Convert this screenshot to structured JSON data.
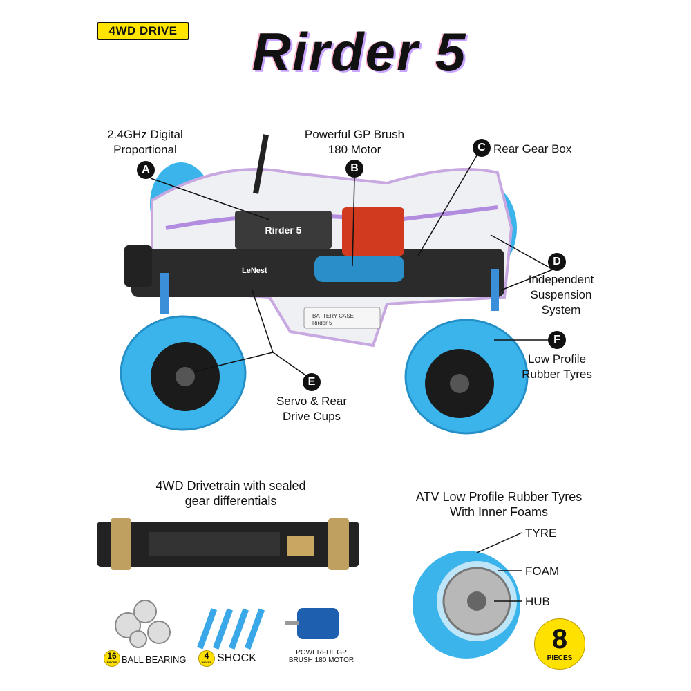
{
  "badge": "4WD DRIVE",
  "title": "Rirder 5",
  "callouts": [
    {
      "letter": "A",
      "text": [
        "2.4GHz Digital",
        "Proportional"
      ]
    },
    {
      "letter": "B",
      "text": [
        "Powerful GP Brush",
        "180 Motor"
      ]
    },
    {
      "letter": "C",
      "text": [
        "Rear Gear Box"
      ]
    },
    {
      "letter": "D",
      "text": [
        "Independent",
        "Suspension",
        "System"
      ]
    },
    {
      "letter": "E",
      "text": [
        "Servo & Rear",
        "Drive Cups"
      ]
    },
    {
      "letter": "F",
      "text": [
        "Low Profile",
        "Rubber Tyres"
      ]
    }
  ],
  "car_labels": {
    "receiver": "Rirder 5",
    "brand": "LeNest",
    "battery": "BATTERY CASE",
    "battery_model": "Rirder 5"
  },
  "drivetrain": {
    "title": [
      "4WD Drivetrain  with sealed",
      "gear differentials"
    ]
  },
  "tyres": {
    "title": [
      "ATV Low Profile Rubber Tyres",
      "With Inner Foams"
    ],
    "parts": [
      "TYRE",
      "FOAM",
      "HUB"
    ],
    "count": "8",
    "count_unit": "PIECES"
  },
  "accessories": [
    {
      "count": "16",
      "unit": "PIECES",
      "label": "BALL BEARING"
    },
    {
      "count": "4",
      "unit": "PIECES",
      "label": "SHOCK"
    },
    {
      "label": [
        "POWERFUL GP",
        "BRUSH 180 MOTOR"
      ]
    }
  ],
  "colors": {
    "accent": "#ffe500",
    "tyre": "#3ab4ea",
    "text": "#111111"
  }
}
